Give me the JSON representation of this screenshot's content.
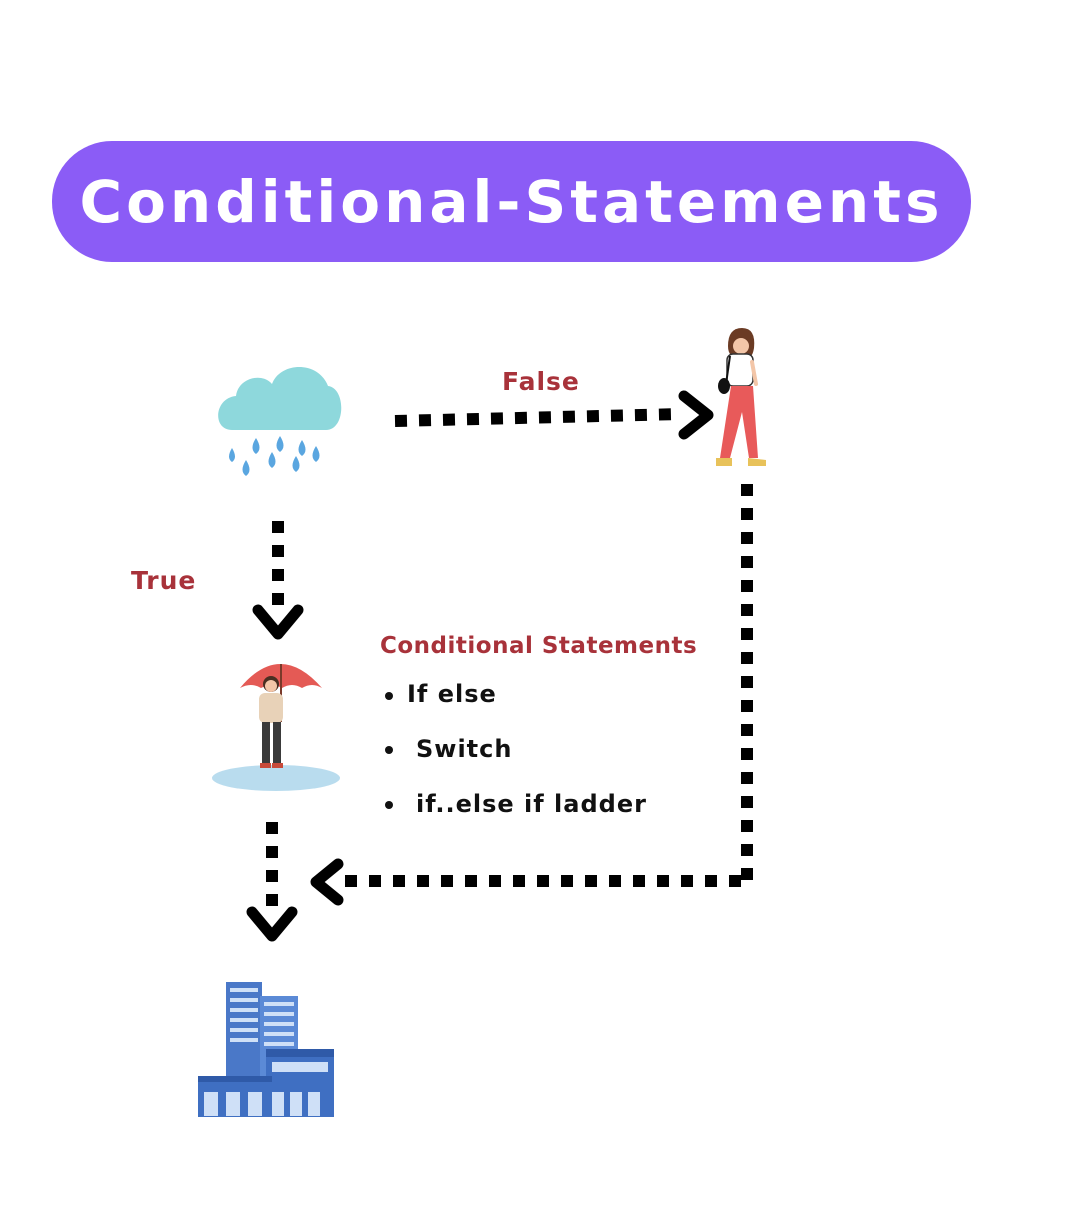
{
  "title": "Conditional-Statements",
  "labels": {
    "false": "False",
    "true": "True"
  },
  "list": {
    "title": "Conditional Statements",
    "items": [
      "If else",
      "Switch",
      "if..else if ladder"
    ]
  },
  "icons": {
    "rain_cloud": "rain-cloud-icon",
    "walking_woman": "walking-woman-icon",
    "umbrella_woman": "woman-with-umbrella-icon",
    "building": "office-building-icon"
  },
  "colors": {
    "title_pill": "#8b5cf6",
    "label_text": "#a8323a",
    "arrow": "#000000",
    "cloud": "#8ed8dc",
    "rain_drops": "#5aa6e0",
    "umbrella": "#e45a55",
    "building": "#4a78c8"
  }
}
